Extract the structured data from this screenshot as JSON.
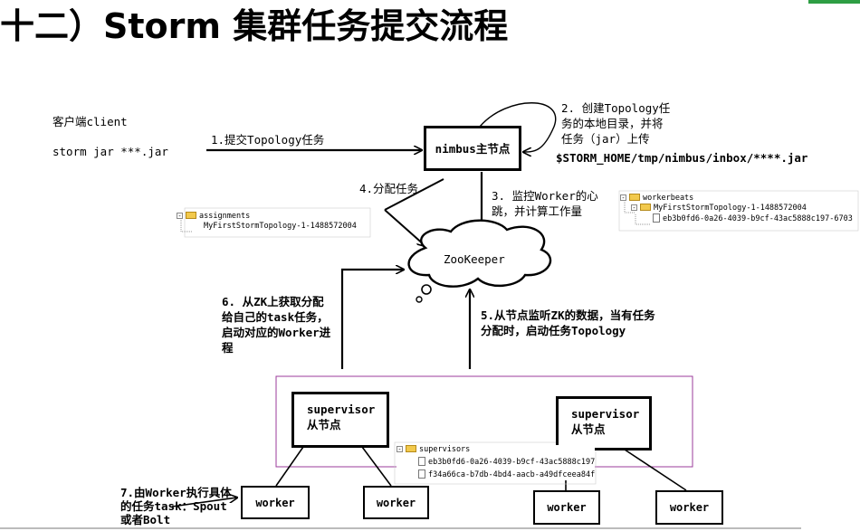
{
  "title": "十二）Storm 集群任务提交流程",
  "client": {
    "label": "客户端client",
    "command": "storm jar ***.jar"
  },
  "nimbus": {
    "label": "nimbus主节点"
  },
  "zookeeper": {
    "label": "ZooKeeper"
  },
  "steps": {
    "s1": "1.提交Topology任务",
    "s2": [
      "2. 创建Topology任",
      "务的本地目录，并将",
      "任务（jar）上传"
    ],
    "s2_path": "$STORM_HOME/tmp/nimbus/inbox/****.jar",
    "s3": [
      "3. 监控Worker的心",
      "跳，并计算工作量"
    ],
    "s4": "4.分配任务",
    "s5": [
      "5.从节点监听ZK的数据，当有任务",
      "分配时，启动任务Topology"
    ],
    "s6": [
      "6. 从ZK上获取分配",
      "给自己的task任务，",
      "启动对应的Worker进",
      "程"
    ],
    "s7": [
      "7.由Worker执行具体",
      "的任务task：Spout",
      "或者Bolt"
    ]
  },
  "supervisor_left": {
    "line1": "supervisor",
    "line2": "从节点"
  },
  "supervisor_right": {
    "line1": "supervisor",
    "line2": "从节点"
  },
  "workers": [
    "worker",
    "worker",
    "worker",
    "worker"
  ],
  "tree_assignments": {
    "root": "assignments",
    "child": "MyFirstStormTopology-1-1488572004"
  },
  "tree_workerbeats": {
    "root": "workerbeats",
    "child": "MyFirstStormTopology-1-1488572004",
    "leaf": "eb3b0fd6-0a26-4039-b9cf-43ac5888c197-6703"
  },
  "tree_supervisors": {
    "root": "supervisors",
    "leaf1": "eb3b0fd6-0a26-4039-b9cf-43ac5888c197",
    "leaf2": "f34a66ca-b7db-4bd4-aacb-a49dfceea84f"
  }
}
